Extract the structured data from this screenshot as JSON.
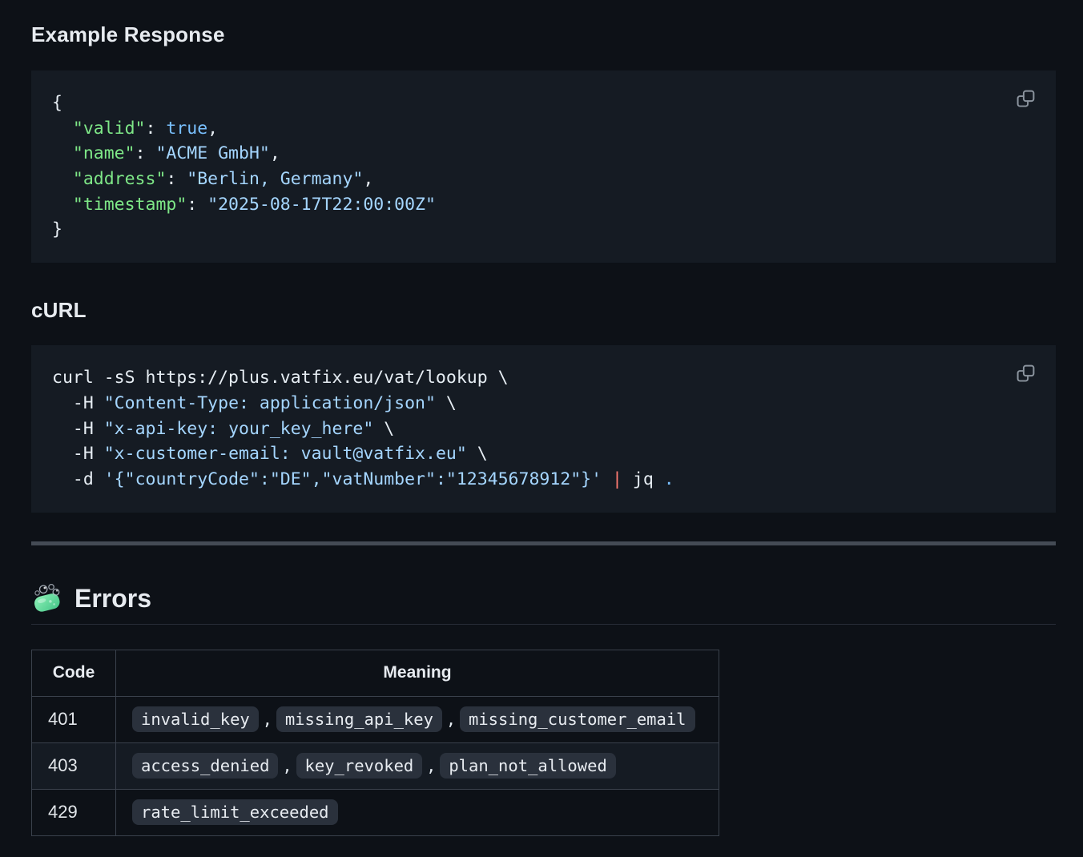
{
  "headings": {
    "example_response": "Example Response",
    "curl": "cURL",
    "errors": "Errors"
  },
  "icons": {
    "copy": "copy-icon",
    "errors_emoji": "soap-icon"
  },
  "colors": {
    "page_bg": "#0d1117",
    "code_block_bg": "#151b23",
    "heading_text": "#e7ebf0",
    "code_plain": "#e6edf3",
    "code_key": "#7ee787",
    "code_string": "#a5d6ff",
    "code_constant": "#79c0ff",
    "code_operator_red": "#ff7b72",
    "table_border": "#3a414c",
    "table_stripe_bg": "#151b23",
    "pill_bg": "#2a313c",
    "divider": "#444b55",
    "icon_gray": "#8b949e",
    "soap_green": "#5fd79b"
  },
  "code_blocks": [
    {
      "name": "example-response-json",
      "lines": [
        [
          {
            "t": "{",
            "c": "plain"
          }
        ],
        [
          {
            "t": "  ",
            "c": "plain"
          },
          {
            "t": "\"valid\"",
            "c": "key"
          },
          {
            "t": ": ",
            "c": "plain"
          },
          {
            "t": "true",
            "c": "const"
          },
          {
            "t": ",",
            "c": "plain"
          }
        ],
        [
          {
            "t": "  ",
            "c": "plain"
          },
          {
            "t": "\"name\"",
            "c": "key"
          },
          {
            "t": ": ",
            "c": "plain"
          },
          {
            "t": "\"ACME GmbH\"",
            "c": "str"
          },
          {
            "t": ",",
            "c": "plain"
          }
        ],
        [
          {
            "t": "  ",
            "c": "plain"
          },
          {
            "t": "\"address\"",
            "c": "key"
          },
          {
            "t": ": ",
            "c": "plain"
          },
          {
            "t": "\"Berlin, Germany\"",
            "c": "str"
          },
          {
            "t": ",",
            "c": "plain"
          }
        ],
        [
          {
            "t": "  ",
            "c": "plain"
          },
          {
            "t": "\"timestamp\"",
            "c": "key"
          },
          {
            "t": ": ",
            "c": "plain"
          },
          {
            "t": "\"2025-08-17T22:00:00Z\"",
            "c": "str"
          }
        ],
        [
          {
            "t": "}",
            "c": "plain"
          }
        ]
      ]
    },
    {
      "name": "curl-command",
      "lines": [
        [
          {
            "t": "curl -sS https://plus.vatfix.eu/vat/lookup \\",
            "c": "plain"
          }
        ],
        [
          {
            "t": "  -H ",
            "c": "plain"
          },
          {
            "t": "\"Content-Type: application/json\"",
            "c": "str"
          },
          {
            "t": " \\",
            "c": "plain"
          }
        ],
        [
          {
            "t": "  -H ",
            "c": "plain"
          },
          {
            "t": "\"x-api-key: your_key_here\"",
            "c": "str"
          },
          {
            "t": " \\",
            "c": "plain"
          }
        ],
        [
          {
            "t": "  -H ",
            "c": "plain"
          },
          {
            "t": "\"x-customer-email: vault@vatfix.eu\"",
            "c": "str"
          },
          {
            "t": " \\",
            "c": "plain"
          }
        ],
        [
          {
            "t": "  -d ",
            "c": "plain"
          },
          {
            "t": "'{\"countryCode\":\"DE\",\"vatNumber\":\"12345678912\"}'",
            "c": "str"
          },
          {
            "t": " ",
            "c": "plain"
          },
          {
            "t": "|",
            "c": "red"
          },
          {
            "t": " jq ",
            "c": "plain"
          },
          {
            "t": ".",
            "c": "const"
          }
        ]
      ]
    }
  ],
  "errors_table": {
    "columns": [
      "Code",
      "Meaning"
    ],
    "rows": [
      {
        "code": "401",
        "meanings": [
          "invalid_key",
          "missing_api_key",
          "missing_customer_email"
        ]
      },
      {
        "code": "403",
        "meanings": [
          "access_denied",
          "key_revoked",
          "plan_not_allowed"
        ]
      },
      {
        "code": "429",
        "meanings": [
          "rate_limit_exceeded"
        ]
      }
    ],
    "separator": ","
  }
}
